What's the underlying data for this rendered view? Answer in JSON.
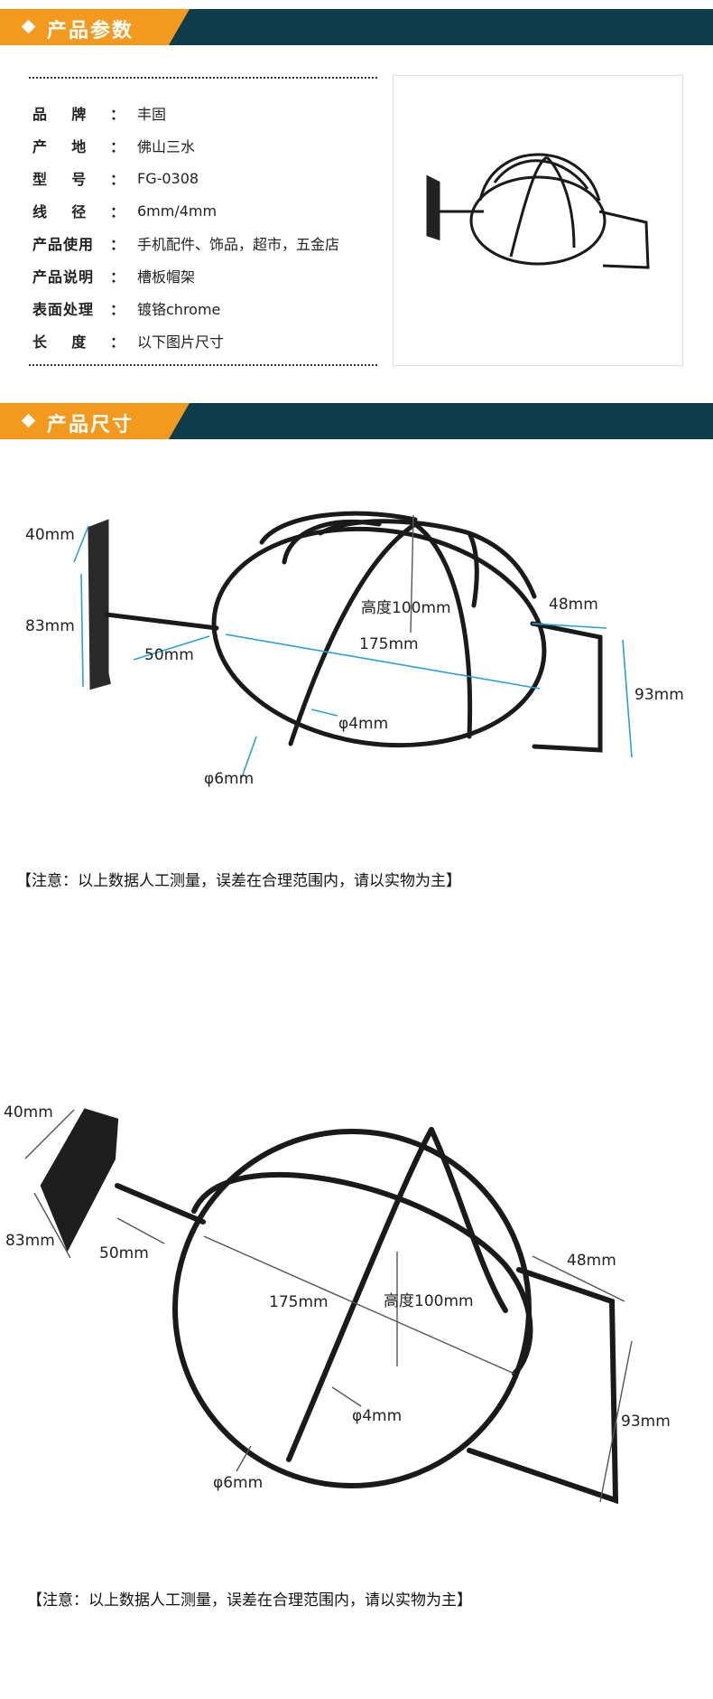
{
  "sections": {
    "params_title": "产品参数",
    "size_title": "产品尺寸"
  },
  "specs": [
    {
      "key": "品    牌",
      "colon": "：",
      "value": "丰固"
    },
    {
      "key": "产    地",
      "colon": "：",
      "value": "佛山三水"
    },
    {
      "key": "型    号",
      "colon": "：",
      "value": "FG-0308"
    },
    {
      "key": "线    径",
      "colon": "：",
      "value": "6mm/4mm"
    },
    {
      "key": "产品使用",
      "colon": "：",
      "value": "手机配件、饰品，超市，五金店"
    },
    {
      "key": "产品说明",
      "colon": "：",
      "value": "槽板帽架"
    },
    {
      "key": "表面处理",
      "colon": "：",
      "value": "镀铬chrome"
    },
    {
      "key": "长    度",
      "colon": "：",
      "value": "以下图片尺寸"
    }
  ],
  "diagram1": {
    "d40": "40mm",
    "d83": "83mm",
    "d50": "50mm",
    "d175": "175mm",
    "height": "高度100mm",
    "d48": "48mm",
    "d93": "93mm",
    "phi4": "φ4mm",
    "phi6": "φ6mm"
  },
  "diagram2": {
    "d40": "40mm",
    "d83": "83mm",
    "d50": "50mm",
    "d175": "175mm",
    "height": "高度100mm",
    "d48": "48mm",
    "d93": "93mm",
    "phi4": "φ4mm",
    "phi6": "φ6mm"
  },
  "notes": {
    "note1": "【注意：以上数据人工测量，误差在合理范围内，请以实物为主】",
    "note2": "【注意：以上数据人工测量，误差在合理范围内，请以实物为主】"
  },
  "colors": {
    "header_bg": "#0d3d4a",
    "header_tab": "#f39a1e",
    "dimension_line": "#2aa0d8",
    "wire": "#1a1a1a"
  }
}
